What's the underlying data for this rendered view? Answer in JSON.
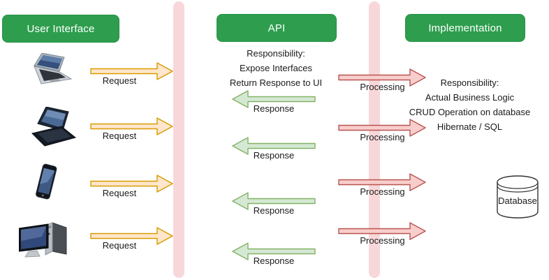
{
  "headers": {
    "user_interface": "User Interface",
    "api": "API",
    "implementation": "Implementation"
  },
  "api_notes": {
    "lines": [
      "Responsibility:",
      "Expose Interfaces",
      "Return Response to UI"
    ]
  },
  "implementation_notes": {
    "lines": [
      "Responsibility:",
      "Actual Business Logic",
      "CRUD Operation on database",
      "Hibernate / SQL"
    ]
  },
  "database": {
    "label": "Database"
  },
  "lanes": {
    "request_labels": [
      "Request",
      "Request",
      "Request",
      "Request"
    ],
    "processing_labels": [
      "Processing",
      "Processing",
      "Processing",
      "Processing"
    ],
    "response_labels": [
      "Response",
      "Response",
      "Response",
      "Response"
    ]
  },
  "icons": {
    "device1": "laptop-icon",
    "device2": "notebook-laptop-icon",
    "device3": "smartphone-icon",
    "device4": "desktop-computer-icon",
    "storage": "database-cylinder-icon"
  },
  "colors": {
    "header_green": "#2e9e4e",
    "header_green_border": "#279146",
    "bar_pink": "#f8d7da",
    "request_fill": "#ffe6cc",
    "request_stroke": "#d79b00",
    "processing_fill": "#f8cecc",
    "processing_stroke": "#b85450",
    "response_fill": "#d5e8d4",
    "response_stroke": "#82b366"
  }
}
